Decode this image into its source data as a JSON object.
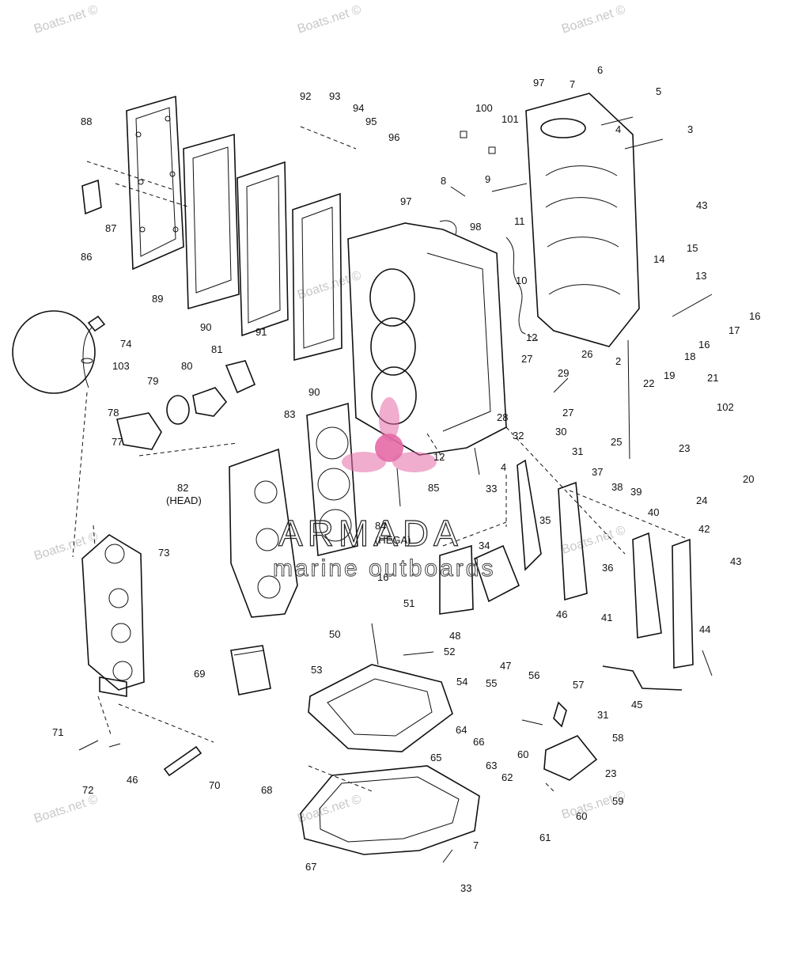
{
  "watermark": {
    "text": "Boats.net ©"
  },
  "brand": {
    "name": "ARMADA",
    "tagline": "marine outboards",
    "accent_color": "#e46aa6"
  },
  "callouts": [
    "2",
    "3",
    "4",
    "4",
    "5",
    "6",
    "7",
    "7",
    "8",
    "9",
    "10",
    "11",
    "12",
    "12",
    "13",
    "14",
    "15",
    "16",
    "16",
    "16",
    "17",
    "18",
    "19",
    "20",
    "21",
    "22",
    "23",
    "23",
    "24",
    "25",
    "26",
    "27",
    "27",
    "28",
    "29",
    "30",
    "31",
    "31",
    "32",
    "33",
    "33",
    "34",
    "35",
    "36",
    "37",
    "38",
    "39",
    "40",
    "41",
    "42",
    "43",
    "43",
    "44",
    "45",
    "46",
    "46",
    "47",
    "48",
    "50",
    "51",
    "52",
    "53",
    "54",
    "55",
    "56",
    "57",
    "58",
    "59",
    "60",
    "60",
    "61",
    "62",
    "63",
    "64",
    "65",
    "66",
    "67",
    "68",
    "69",
    "70",
    "71",
    "72",
    "73",
    "74",
    "77",
    "78",
    "79",
    "80",
    "81",
    "82",
    "83",
    "84",
    "85",
    "86",
    "87",
    "88",
    "89",
    "90",
    "90",
    "91",
    "92",
    "93",
    "94",
    "95",
    "96",
    "97",
    "97",
    "98",
    "100",
    "101",
    "102",
    "103"
  ],
  "sublabels": {
    "head": "(HEAD)",
    "hega": "(HEGA)"
  }
}
